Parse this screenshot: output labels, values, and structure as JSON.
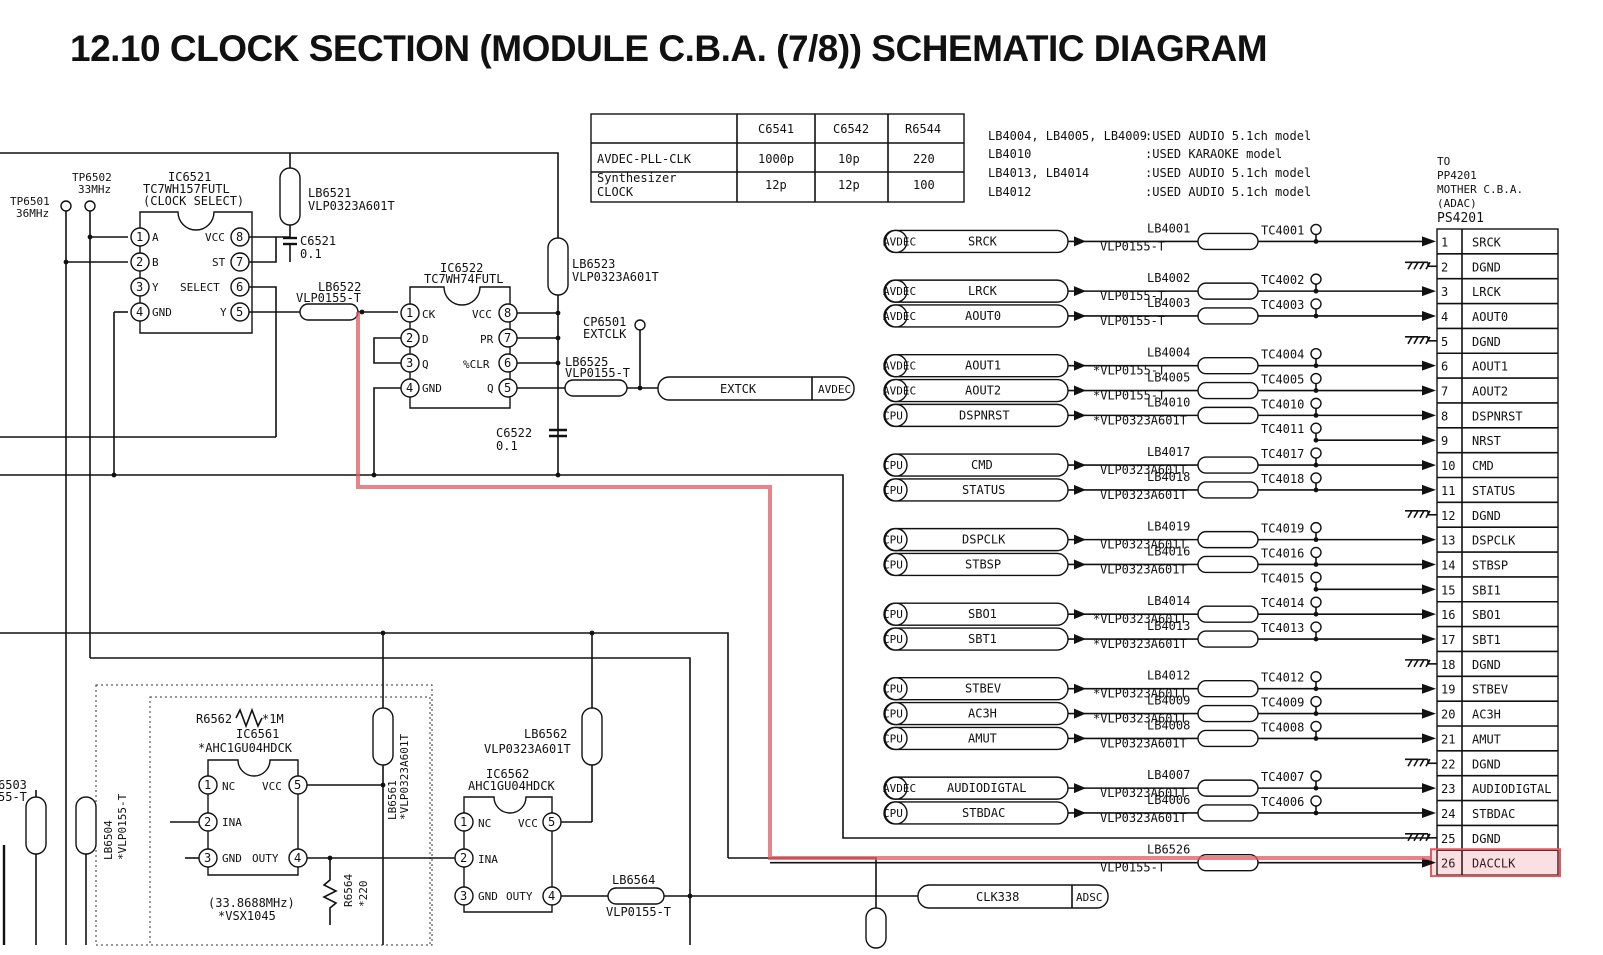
{
  "title": "12.10 CLOCK SECTION (MODULE C.B.A. (7/8)) SCHEMATIC DIAGRAM",
  "table": {
    "headers": [
      "",
      "C6541",
      "C6542",
      "R6544"
    ],
    "rows": [
      {
        "label": "AVDEC-PLL-CLK",
        "c6541": "1000p",
        "c6542": "10p",
        "r6544": "220"
      },
      {
        "label1": "Synthesizer",
        "label2": "CLOCK",
        "c6541": "12p",
        "c6542": "12p",
        "r6544": "100"
      }
    ]
  },
  "notes": [
    {
      "parts": "LB4004, LB4005, LB4009",
      "use": ":USED AUDIO 5.1ch model"
    },
    {
      "parts": "LB4010",
      "use": ":USED KARAOKE model"
    },
    {
      "parts": "LB4013, LB4014",
      "use": ":USED AUDIO 5.1ch model"
    },
    {
      "parts": "LB4012",
      "use": ":USED AUDIO 5.1ch model"
    }
  ],
  "connector": {
    "to": "TO",
    "board1": "PP4201",
    "board2": "MOTHER C.B.A.",
    "board3": "(ADAC)",
    "ref": "PS4201"
  },
  "pins": [
    {
      "n": "1",
      "name": "SRCK"
    },
    {
      "n": "2",
      "name": "DGND"
    },
    {
      "n": "3",
      "name": "LRCK"
    },
    {
      "n": "4",
      "name": "AOUT0"
    },
    {
      "n": "5",
      "name": "DGND"
    },
    {
      "n": "6",
      "name": "AOUT1"
    },
    {
      "n": "7",
      "name": "AOUT2"
    },
    {
      "n": "8",
      "name": "DSPNRST"
    },
    {
      "n": "9",
      "name": "NRST"
    },
    {
      "n": "10",
      "name": "CMD"
    },
    {
      "n": "11",
      "name": "STATUS"
    },
    {
      "n": "12",
      "name": "DGND"
    },
    {
      "n": "13",
      "name": "DSPCLK"
    },
    {
      "n": "14",
      "name": "STBSP"
    },
    {
      "n": "15",
      "name": "SBI1"
    },
    {
      "n": "16",
      "name": "SBO1"
    },
    {
      "n": "17",
      "name": "SBT1"
    },
    {
      "n": "18",
      "name": "DGND"
    },
    {
      "n": "19",
      "name": "STBEV"
    },
    {
      "n": "20",
      "name": "AC3H"
    },
    {
      "n": "21",
      "name": "AMUT"
    },
    {
      "n": "22",
      "name": "DGND"
    },
    {
      "n": "23",
      "name": "AUDIODIGTAL"
    },
    {
      "n": "24",
      "name": "STBDAC"
    },
    {
      "n": "25",
      "name": "DGND"
    },
    {
      "n": "26",
      "name": "DACCLK"
    }
  ],
  "signals": [
    {
      "src": "AVDEC",
      "name": "SRCK",
      "lb": "LB4001",
      "part": "VLP0155-T",
      "tc": "TC4001"
    },
    {
      "src": "AVDEC",
      "name": "LRCK",
      "lb": "LB4002",
      "part": "VLP0155-T",
      "tc": "TC4002"
    },
    {
      "src": "AVDEC",
      "name": "AOUT0",
      "lb": "LB4003",
      "part": "VLP0155-T",
      "tc": "TC4003"
    },
    {
      "src": "AVDEC",
      "name": "AOUT1",
      "lb": "LB4004",
      "part": "*VLP0155-T",
      "tc": "TC4004"
    },
    {
      "src": "AVDEC",
      "name": "AOUT2",
      "lb": "LB4005",
      "part": "*VLP0155-T",
      "tc": "TC4005"
    },
    {
      "src": "CPU",
      "name": "DSPNRST",
      "lb": "LB4010",
      "part": "*VLP0323A601T",
      "tc": "TC4010"
    },
    {
      "src": "",
      "name": "",
      "lb": "",
      "part": "",
      "tc": "TC4011"
    },
    {
      "src": "CPU",
      "name": "CMD",
      "lb": "LB4017",
      "part": "VLP0323A601T",
      "tc": "TC4017"
    },
    {
      "src": "CPU",
      "name": "STATUS",
      "lb": "LB4018",
      "part": "VLP0323A601T",
      "tc": "TC4018"
    },
    {
      "src": "CPU",
      "name": "DSPCLK",
      "lb": "LB4019",
      "part": "VLP0323A601T",
      "tc": "TC4019"
    },
    {
      "src": "CPU",
      "name": "STBSP",
      "lb": "LB4016",
      "part": "VLP0323A601T",
      "tc": "TC4016"
    },
    {
      "src": "",
      "name": "",
      "lb": "",
      "part": "",
      "tc": "TC4015"
    },
    {
      "src": "CPU",
      "name": "SBO1",
      "lb": "LB4014",
      "part": "*VLP0323A601T",
      "tc": "TC4014"
    },
    {
      "src": "CPU",
      "name": "SBT1",
      "lb": "LB4013",
      "part": "*VLP0323A601T",
      "tc": "TC4013"
    },
    {
      "src": "CPU",
      "name": "STBEV",
      "lb": "LB4012",
      "part": "*VLP0323A601T",
      "tc": "TC4012"
    },
    {
      "src": "CPU",
      "name": "AC3H",
      "lb": "LB4009",
      "part": "*VLP0323A601T",
      "tc": "TC4009"
    },
    {
      "src": "CPU",
      "name": "AMUT",
      "lb": "LB4008",
      "part": "VLP0323A601T",
      "tc": "TC4008"
    },
    {
      "src": "AVDEC",
      "name": "AUDIODIGTAL",
      "lb": "LB4007",
      "part": "VLP0323A601T",
      "tc": "TC4007"
    },
    {
      "src": "CPU",
      "name": "STBDAC",
      "lb": "LB4006",
      "part": "VLP0323A601T",
      "tc": "TC4006"
    },
    {
      "src": "",
      "name": "",
      "lb": "LB6526",
      "part": "VLP0155-T",
      "tc": ""
    }
  ],
  "left": {
    "tp6501": "TP6501",
    "tp6501_f": "36MHz",
    "tp6502": "TP6502",
    "tp6502_f": "33MHz",
    "ic6521": "IC6521",
    "ic6521_part": "TC7WH157FUTL",
    "ic6521_fn": "(CLOCK SELECT)",
    "ic6521_pins": {
      "p1": "1",
      "p2": "2",
      "p3": "3",
      "p4": "4",
      "p5": "5",
      "p6": "6",
      "p7": "7",
      "p8": "8",
      "a": "A",
      "b": "B",
      "ybar": "Y",
      "gnd": "GND",
      "y": "Y",
      "select": "SELECT",
      "st": "ST",
      "vcc": "VCC"
    },
    "lb6521": "LB6521",
    "lb6521_part": "VLP0323A601T",
    "c6521": "C6521",
    "c6521_v": "0.1",
    "lb6522": "LB6522",
    "lb6522_part": "VLP0155-T",
    "ic6522": "IC6522",
    "ic6522_part": "TC7WH74FUTL",
    "ic6522_pins": {
      "ck": "CK",
      "d": "D",
      "qbar": "Q",
      "gnd": "GND",
      "vcc": "VCC",
      "pr": "PR",
      "clr": "%CLR",
      "q": "Q"
    },
    "lb6523": "LB6523",
    "lb6523_part": "VLP0323A601T",
    "cp6501": "CP6501",
    "cp6501_n": "EXTCLK",
    "lb6525": "LB6525",
    "lb6525_part": "VLP0155-T",
    "extck": "EXTCK",
    "avdec": "AVDEC",
    "c6522": "C6522",
    "c6522_v": "0.1"
  },
  "bottom": {
    "r6562": "R6562",
    "r6562_v": "*1M",
    "ic6561": "IC6561",
    "ic6561_part": "*AHC1GU04HDCK",
    "ic6562": "IC6562",
    "ic6562_part": "AHC1GU04HDCK",
    "lb6562": "LB6562",
    "lb6562_part": "VLP0323A601T",
    "lb6561": "LB6561",
    "lb6561_part": "*VLP0323A601T",
    "lb6564": "LB6564",
    "lb6564_part": "VLP0155-T",
    "lb6504": "LB6504",
    "lb6504_part": "*VLP0155-T",
    "r6564": "R6564",
    "r6564_v": "*220",
    "xtal_f": "(33.8688MHz)",
    "xtal_part": "*VSX1045",
    "pins": {
      "nc": "NC",
      "ina": "INA",
      "gnd": "GND",
      "outy": "OUTY",
      "vcc": "VCC"
    },
    "clk338": "CLK338",
    "adsc": "ADSC",
    "cut_ref": "6503",
    "cut_part": "55-T"
  }
}
